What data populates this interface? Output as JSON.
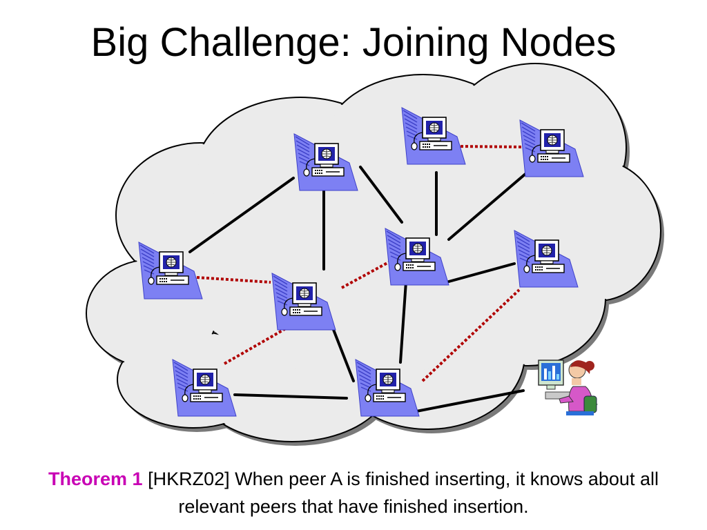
{
  "slide": {
    "title": "Big Challenge: Joining Nodes"
  },
  "diagram": {
    "icons": {
      "node": "networked-computer-icon",
      "joining_peer": "person-at-computer-icon"
    },
    "colors": {
      "cloud_fill": "#ebebeb",
      "cloud_shadow": "#7a7a7a",
      "solid_link": "#000000",
      "dotted_link": "#b00000",
      "computer_halo": "#6e72f2",
      "monitor_screen": "#2222aa"
    }
  },
  "caption": {
    "theorem_label": "Theorem 1",
    "text": " [HKRZ02] When peer A is finished inserting, it knows about all relevant peers that have finished insertion."
  }
}
